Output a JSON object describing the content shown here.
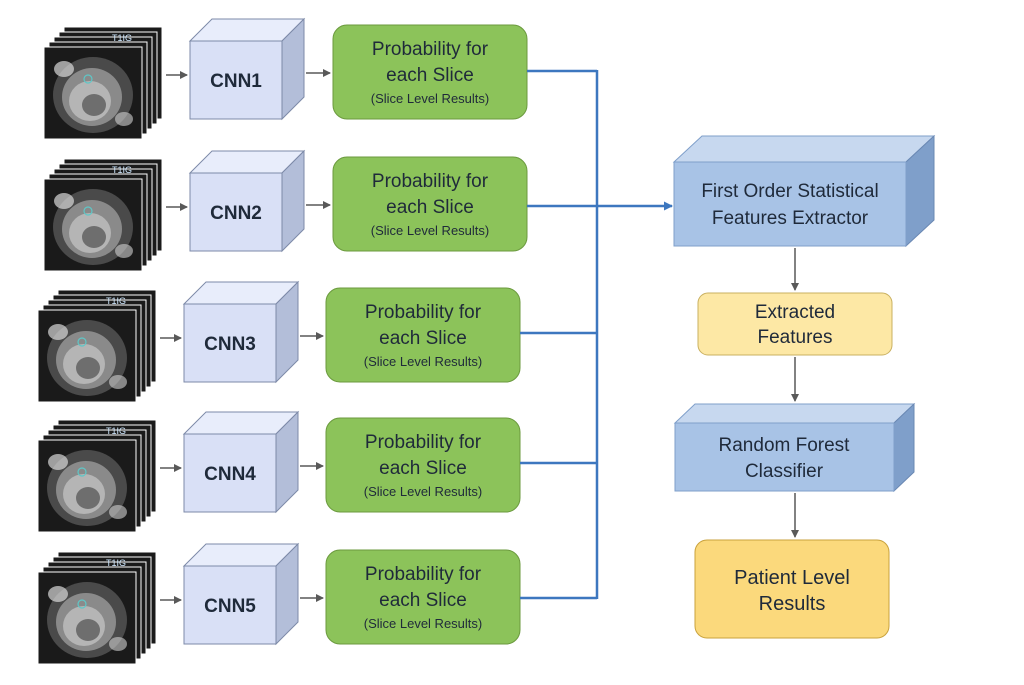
{
  "pipelines": [
    {
      "cnn_label": "CNN1",
      "slice_tag": "T1IG",
      "prob_line1": "Probability for",
      "prob_line2": "each Slice",
      "prob_line3": "(Slice Level Results)"
    },
    {
      "cnn_label": "CNN2",
      "slice_tag": "T1IG",
      "prob_line1": "Probability for",
      "prob_line2": "each Slice",
      "prob_line3": "(Slice Level Results)"
    },
    {
      "cnn_label": "CNN3",
      "slice_tag": "T1IG",
      "prob_line1": "Probability for",
      "prob_line2": "each Slice",
      "prob_line3": "(Slice Level Results)"
    },
    {
      "cnn_label": "CNN4",
      "slice_tag": "T1IG",
      "prob_line1": "Probability for",
      "prob_line2": "each Slice",
      "prob_line3": "(Slice Level Results)"
    },
    {
      "cnn_label": "CNN5",
      "slice_tag": "T1IG",
      "prob_line1": "Probability for",
      "prob_line2": "each Slice",
      "prob_line3": "(Slice Level Results)"
    }
  ],
  "extractor": {
    "line1": "First Order Statistical",
    "line2": "Features Extractor"
  },
  "features": {
    "line1": "Extracted",
    "line2": "Features"
  },
  "classifier": {
    "line1": "Random Forest",
    "line2": "Classifier"
  },
  "results": {
    "line1": "Patient Level",
    "line2": "Results"
  },
  "colors": {
    "cnn_face": "#d9e0f6",
    "cnn_top": "#e8edfb",
    "cnn_side": "#b3bed9",
    "cnn_stroke": "#7d8aa8",
    "prob_fill": "#8cc35a",
    "prob_stroke": "#6b9a3e",
    "connector": "#3d77bf",
    "extractor_face": "#a8c3e6",
    "extractor_top": "#c7d8ef",
    "extractor_side": "#7f9fca",
    "features_fill": "#fde8a5",
    "results_fill": "#fbd97c",
    "arrow": "#595959"
  }
}
